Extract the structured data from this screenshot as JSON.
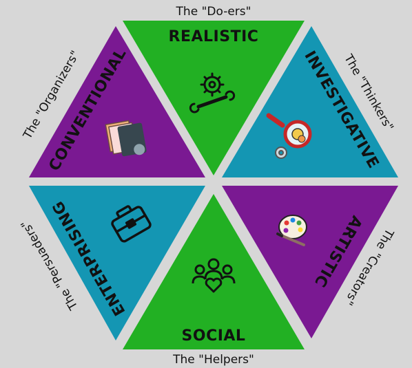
{
  "colors": {
    "background": "#d7d7d7",
    "green": "#22b023",
    "blue": "#1496b3",
    "purple": "#7a1992",
    "ink": "#111111"
  },
  "sectors": [
    {
      "id": "realistic",
      "title": "REALISTIC",
      "nickname": "The \"Do-ers\"",
      "color": "green",
      "icon": "gear-wrench-icon"
    },
    {
      "id": "investigative",
      "title": "INVESTIGATIVE",
      "nickname": "The \"Thinkers\"",
      "color": "blue",
      "icon": "magnifier-gears-icon"
    },
    {
      "id": "artistic",
      "title": "ARTISTIC",
      "nickname": "The \"Creators\"",
      "color": "purple",
      "icon": "palette-brush-icon"
    },
    {
      "id": "social",
      "title": "SOCIAL",
      "nickname": "The \"Helpers\"",
      "color": "green",
      "icon": "people-heart-icon"
    },
    {
      "id": "enterprising",
      "title": "ENTERPRISING",
      "nickname": "The \"Persuaders\"",
      "color": "blue",
      "icon": "briefcase-icon"
    },
    {
      "id": "conventional",
      "title": "CONVENTIONAL",
      "nickname": "The \"Organizers\"",
      "color": "purple",
      "icon": "folder-documents-icon"
    }
  ]
}
